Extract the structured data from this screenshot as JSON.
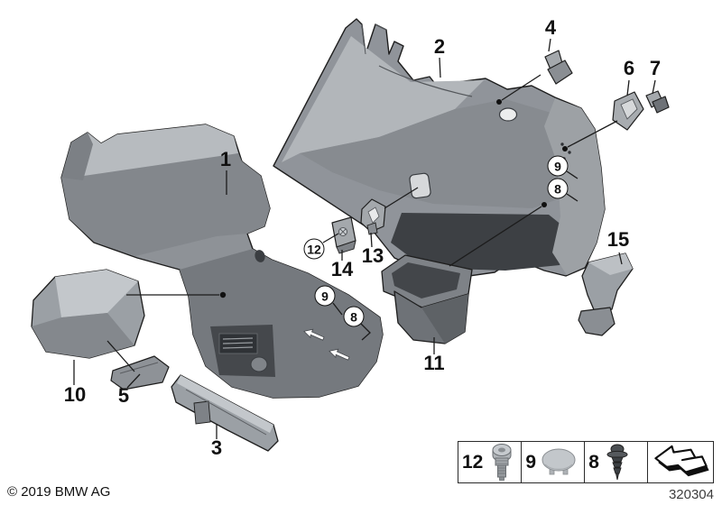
{
  "callouts": [
    {
      "label": "1",
      "circled": false
    },
    {
      "label": "2",
      "circled": false
    },
    {
      "label": "3",
      "circled": false
    },
    {
      "label": "4",
      "circled": false
    },
    {
      "label": "5",
      "circled": false
    },
    {
      "label": "6",
      "circled": false
    },
    {
      "label": "7",
      "circled": false
    },
    {
      "label": "10",
      "circled": false
    },
    {
      "label": "11",
      "circled": false
    },
    {
      "label": "13",
      "circled": false
    },
    {
      "label": "14",
      "circled": false
    },
    {
      "label": "15",
      "circled": false
    },
    {
      "label": "12",
      "circled": true
    },
    {
      "label": "9",
      "circled": true
    },
    {
      "label": "8",
      "circled": true
    },
    {
      "label": "9",
      "circled": true
    },
    {
      "label": "8",
      "circled": true
    }
  ],
  "legend": {
    "items": [
      {
        "number": "12",
        "icon": "screw-icon"
      },
      {
        "number": "9",
        "icon": "cover-cap-icon"
      },
      {
        "number": "8",
        "icon": "expanding-rivet-icon"
      }
    ],
    "arrow_icon": "page-arrow-icon"
  },
  "footer": {
    "copyright": "© 2019 BMW AG",
    "diagram_number": "320304"
  },
  "colors": {
    "background": "#ffffff",
    "outline": "#1e1e1e",
    "panel_mid": "#90949a",
    "panel_light": "#b2b6ba",
    "panel_dark": "#3d4044",
    "small_part": "#a4a8ac"
  }
}
